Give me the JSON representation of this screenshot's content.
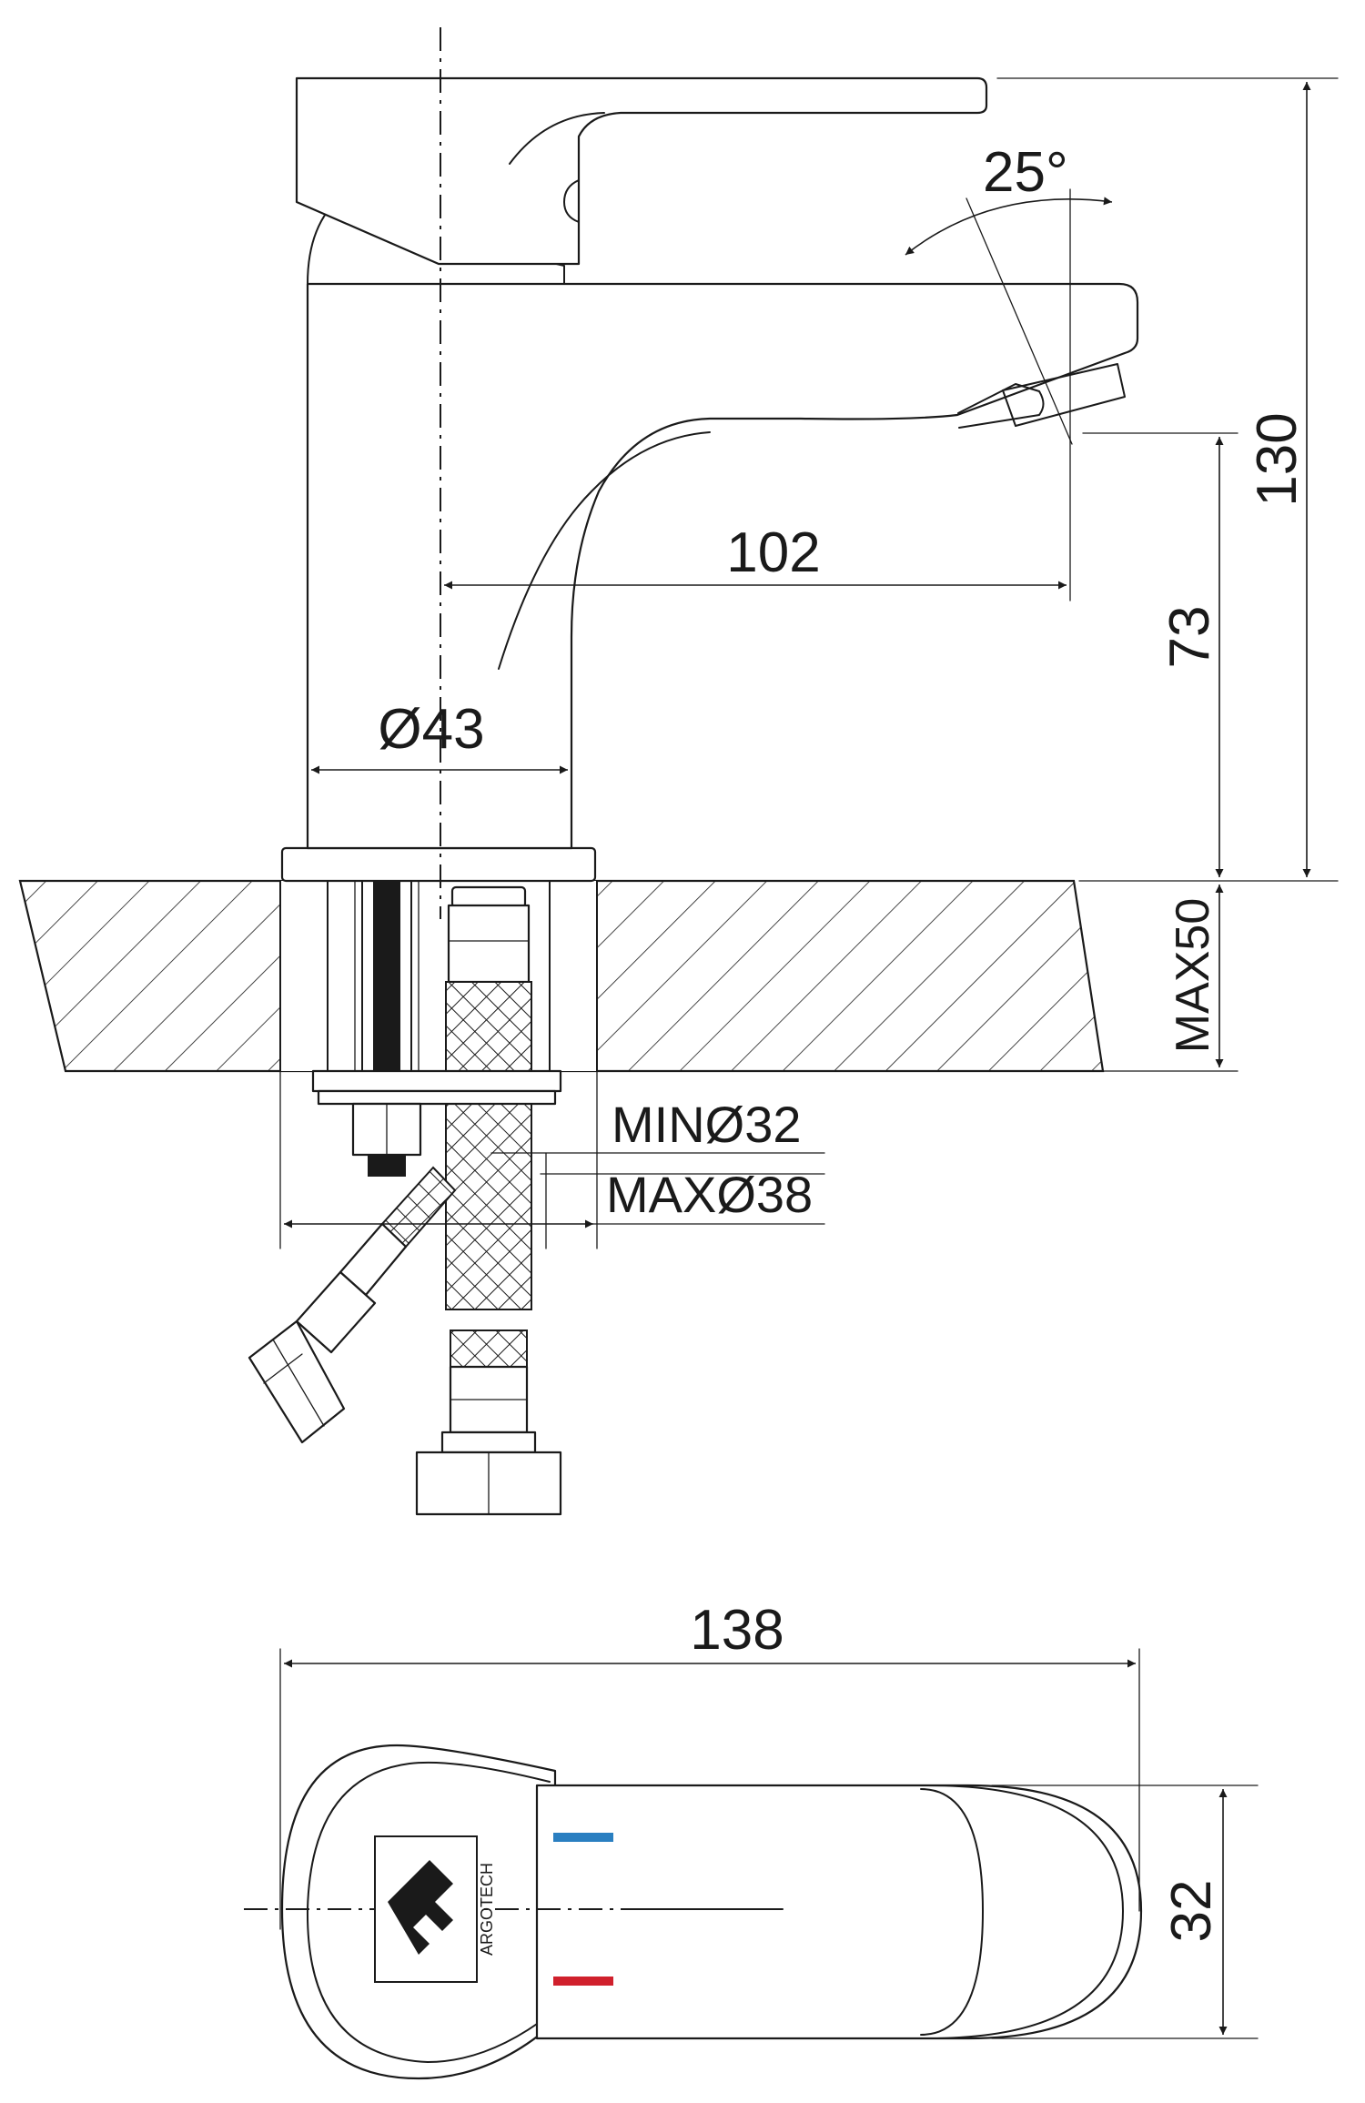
{
  "dimensions": {
    "angle": "25°",
    "reach": "102",
    "base_diameter": "Ø43",
    "total_height": "130",
    "spout_height": "73",
    "max_thickness": "MAX50",
    "min_hole": "MINØ32",
    "max_hole": "MAXØ38",
    "total_length": "138",
    "handle_width": "32"
  },
  "logo": {
    "brand": "ARGOTECH"
  },
  "colors": {
    "line": "#1a1a1a",
    "cold_indicator": "#2a7fc1",
    "hot_indicator": "#d0202c"
  },
  "icons": [
    "faucet-side-view",
    "faucet-top-view",
    "argotech-logo-icon"
  ]
}
